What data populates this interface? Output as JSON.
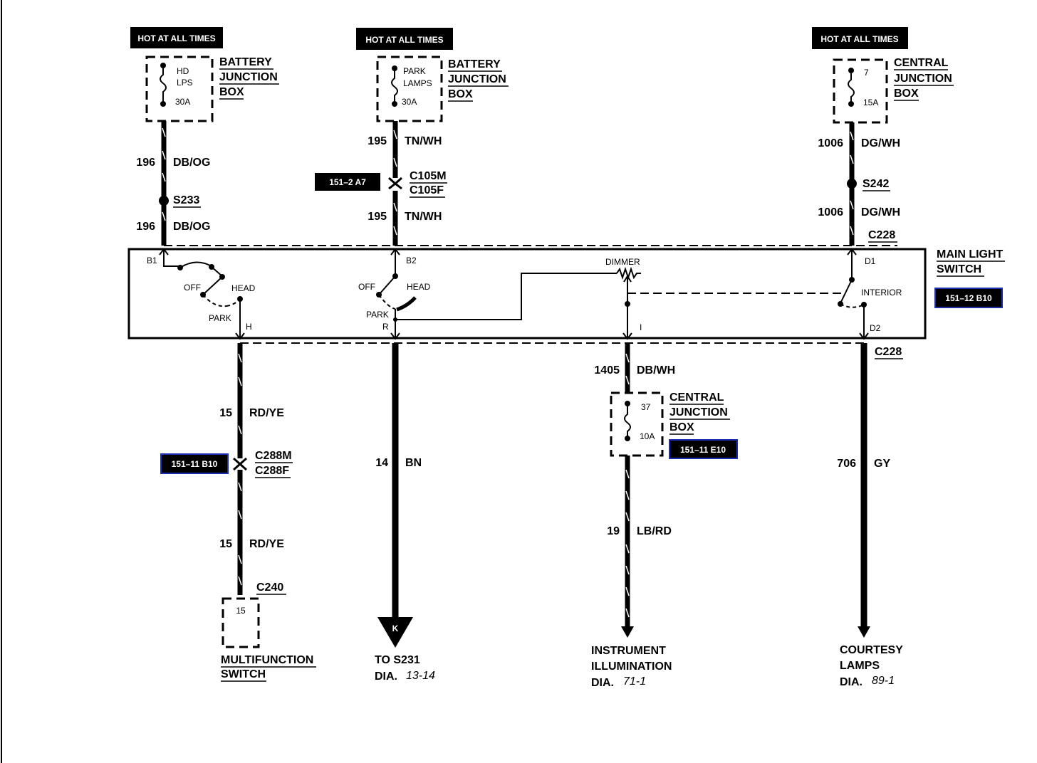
{
  "hot_at_all_times": "HOT AT ALL TIMES",
  "boxes": {
    "bjb1": {
      "l1": "BATTERY",
      "l2": "JUNCTION",
      "l3": "BOX",
      "fuse_a": "HD",
      "fuse_b": "LPS",
      "amps": "30A"
    },
    "bjb2": {
      "l1": "BATTERY",
      "l2": "JUNCTION",
      "l3": "BOX",
      "fuse_a": "PARK",
      "fuse_b": "LAMPS",
      "amps": "30A"
    },
    "cjb1": {
      "l1": "CENTRAL",
      "l2": "JUNCTION",
      "l3": "BOX",
      "fuse": "7",
      "amps": "15A"
    },
    "cjb2": {
      "l1": "CENTRAL",
      "l2": "JUNCTION",
      "l3": "BOX",
      "fuse": "37",
      "amps": "10A"
    }
  },
  "wires": {
    "w196a": {
      "num": "196",
      "color": "DB/OG"
    },
    "w196b": {
      "num": "196",
      "color": "DB/OG"
    },
    "w195a": {
      "num": "195",
      "color": "TN/WH"
    },
    "w195b": {
      "num": "195",
      "color": "TN/WH"
    },
    "w1006a": {
      "num": "1006",
      "color": "DG/WH"
    },
    "w1006b": {
      "num": "1006",
      "color": "DG/WH"
    },
    "w15a": {
      "num": "15",
      "color": "RD/YE"
    },
    "w15b": {
      "num": "15",
      "color": "RD/YE"
    },
    "w14": {
      "num": "14",
      "color": "BN"
    },
    "w1405": {
      "num": "1405",
      "color": "DB/WH"
    },
    "w19": {
      "num": "19",
      "color": "LB/RD"
    },
    "w706": {
      "num": "706",
      "color": "GY"
    }
  },
  "connectors": {
    "s233": "S233",
    "s242": "S242",
    "c105m": "C105M",
    "c105f": "C105F",
    "c228_top": "C228",
    "c228_bot": "C228",
    "c288m": "C288M",
    "c288f": "C288F",
    "c240": "C240"
  },
  "refs": {
    "r_c105": "151–2 A7",
    "r_switch": "151–12 B10",
    "r_c288": "151–11 B10",
    "r_cjb2": "151–11 E10"
  },
  "switch": {
    "title1": "MAIN LIGHT",
    "title2": "SWITCH",
    "b1": "B1",
    "b2": "B2",
    "d1": "D1",
    "d2": "D2",
    "h": "H",
    "r": "R",
    "i": "I",
    "off1": "OFF",
    "head1": "HEAD",
    "park1": "PARK",
    "off2": "OFF",
    "head2": "HEAD",
    "park2": "PARK",
    "dimmer": "DIMMER",
    "interior": "INTERIOR"
  },
  "mfs": {
    "pin": "15",
    "l1": "MULTIFUNCTION",
    "l2": "SWITCH"
  },
  "dest": {
    "k": "K",
    "s231_l1": "TO S231",
    "s231_dia": "DIA.",
    "s231_ref": "13-14",
    "ii_l1": "INSTRUMENT",
    "ii_l2": "ILLUMINATION",
    "ii_dia": "DIA.",
    "ii_ref": "71-1",
    "cl_l1": "COURTESY",
    "cl_l2": "LAMPS",
    "cl_dia": "DIA.",
    "cl_ref": "89-1"
  }
}
